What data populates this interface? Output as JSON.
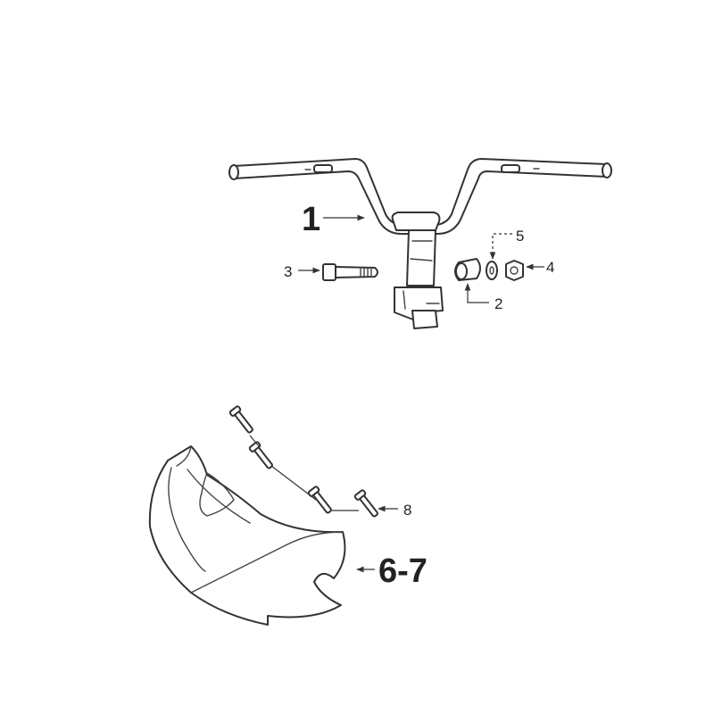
{
  "callouts": {
    "handlebar": "1",
    "spacer": "2",
    "bolt": "3",
    "nut": "4",
    "washer": "5",
    "cover": "6-7",
    "screw": "8"
  },
  "colors": {
    "line": "#333333",
    "background": "#ffffff"
  }
}
